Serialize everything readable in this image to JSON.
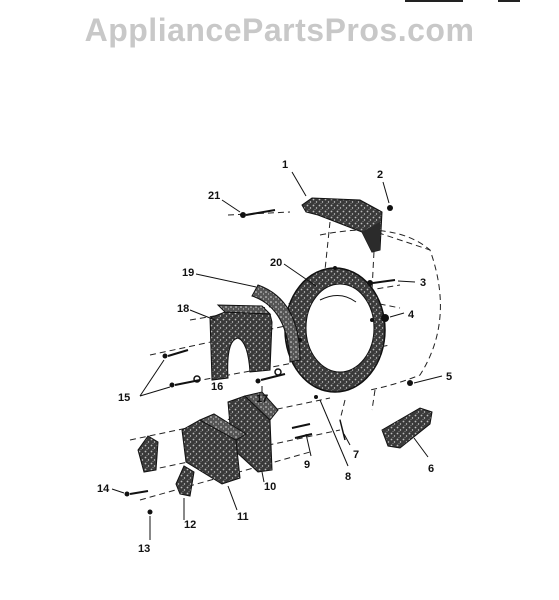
{
  "watermark": "AppliancePartsPros.com",
  "callouts": {
    "c1": "1",
    "c2": "2",
    "c3": "3",
    "c4": "4",
    "c5": "5",
    "c6": "6",
    "c7": "7",
    "c8": "8",
    "c9": "9",
    "c10": "10",
    "c11": "11",
    "c12": "12",
    "c13": "13",
    "c14": "14",
    "c15": "15",
    "c16": "16",
    "c17": "17",
    "c18": "18",
    "c19": "19",
    "c20": "20",
    "c21": "21"
  },
  "colors": {
    "ink": "#1a1a1a",
    "speckle": "#4a4a4a",
    "watermark": "#c8c8c8"
  }
}
